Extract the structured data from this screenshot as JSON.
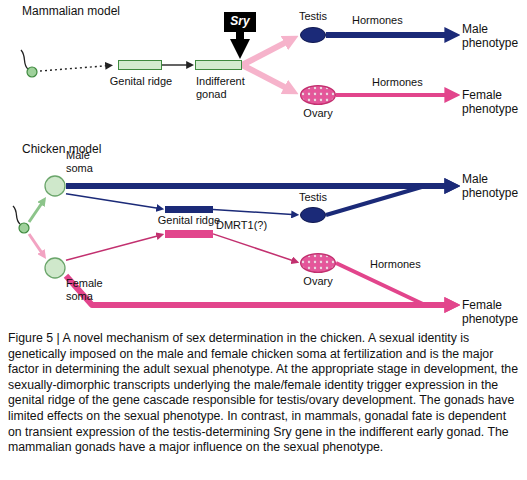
{
  "diagram": {
    "caption": "Figure 5 | A novel mechanism of sex determination in the chicken. A sexual identity is genetically imposed on the male and female chicken soma at fertilization and is the major factor in determining the adult sexual phenotype. At the appropriate stage in development, the sexually-dimorphic transcripts underlying the male/female identity trigger expression in the genital ridge of the gene cascade responsible for testis/ovary development. The gonads have limited effects on the sexual phenotype. In contrast, in mammals, gonadal fate is dependent on transient expression of the testis-determining Sry gene in the indifferent early gonad. The mammalian gonads have a major influence on the sexual phenotype.",
    "nodes": [
      {
        "text": [
          "Genital ridge"
        ]
      },
      {
        "text": [
          "Sry"
        ]
      },
      {
        "text": [
          "Indifferent gonad"
        ]
      },
      {
        "text": [
          "Testis"
        ]
      },
      {
        "text": [
          "Male phenotype"
        ]
      },
      {
        "text": [
          "Ovary"
        ]
      },
      {
        "text": [
          "Female phenotype"
        ]
      },
      {
        "text": [
          "Male soma"
        ]
      },
      {
        "text": [
          "Female soma"
        ]
      },
      {
        "text": [
          "Genital ridge"
        ]
      },
      {
        "text": [
          "Testis"
        ]
      },
      {
        "text": [
          "Ovary"
        ]
      },
      {
        "text": [
          "Male phenotype"
        ]
      },
      {
        "text": [
          "Female phenotype"
        ]
      }
    ],
    "edges": [
      {
        "from": 0,
        "to": 2,
        "arrow": "to"
      },
      {
        "from": 1,
        "to": 2,
        "arrow": "to"
      },
      {
        "from": 2,
        "to": 3,
        "arrow": "to"
      },
      {
        "from": 2,
        "to": 5,
        "arrow": "to"
      },
      {
        "from": 3,
        "to": 4,
        "label": "Hormones",
        "arrow": "to"
      },
      {
        "from": 5,
        "to": 6,
        "label": "Hormones",
        "arrow": "to"
      },
      {
        "from": 7,
        "to": 12,
        "arrow": "to"
      },
      {
        "from": 7,
        "to": 9,
        "arrow": "to"
      },
      {
        "from": 8,
        "to": 9,
        "arrow": "to"
      },
      {
        "from": 8,
        "to": 13,
        "arrow": "to"
      },
      {
        "from": 9,
        "to": 10,
        "arrow": "to"
      },
      {
        "from": 9,
        "to": 11,
        "arrow": "to"
      },
      {
        "from": 10,
        "to": 12,
        "arrow": "to"
      },
      {
        "from": 11,
        "to": 13,
        "label": "Hormones",
        "arrow": "to"
      }
    ],
    "labels": [
      "Mammalian model",
      "Chicken model",
      "DMRT1(?)"
    ]
  }
}
